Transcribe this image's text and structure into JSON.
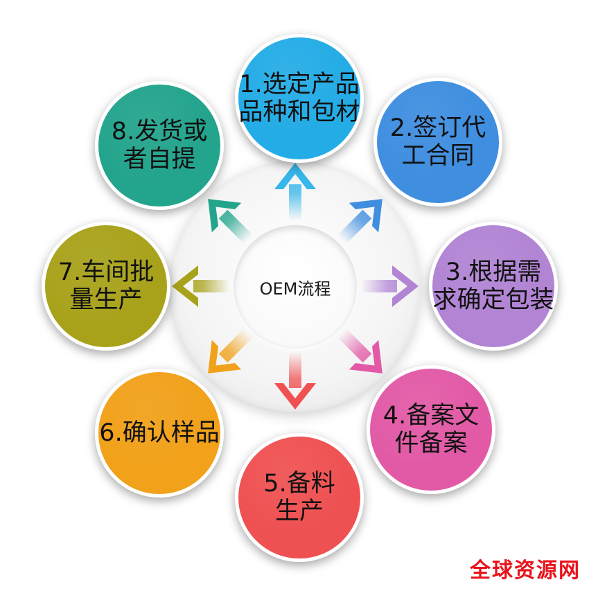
{
  "center": {
    "label": "OEM流程"
  },
  "steps": [
    {
      "line1": "1.选定产品",
      "line2": "品种和包材",
      "color": "#24ace6"
    },
    {
      "line1": "2.签订代",
      "line2": "工合同",
      "color": "#3f8ee0"
    },
    {
      "line1": "3.根据需",
      "line2": "求确定包装",
      "color": "#b184d4"
    },
    {
      "line1": "4.备案文",
      "line2": "件备案",
      "color": "#e25aa6"
    },
    {
      "line1": "5.备料",
      "line2": "生产",
      "color": "#ef5152"
    },
    {
      "line1": "6.确认样品",
      "line2": "",
      "color": "#f1a11a"
    },
    {
      "line1": "7.车间批",
      "line2": "量生产",
      "color": "#a8a21b"
    },
    {
      "line1": "8.发货或",
      "line2": "者自提",
      "color": "#23a48c"
    }
  ],
  "arrow_colors": [
    "#36b6ea",
    "#3f8ee0",
    "#b184d4",
    "#e25aa6",
    "#ef5152",
    "#f1a11a",
    "#a8a21b",
    "#23a48c"
  ],
  "watermark": "全球资源网"
}
